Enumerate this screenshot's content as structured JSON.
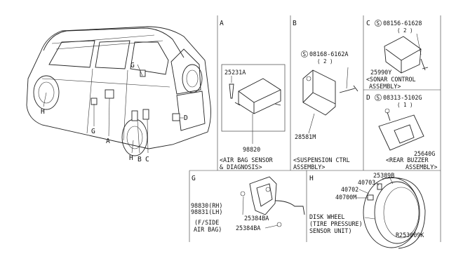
{
  "diagram": {
    "vehicle_callouts": [
      "G",
      "H",
      "G",
      "A",
      "H",
      "B",
      "C",
      "D"
    ],
    "section_a": {
      "letter": "A",
      "parts": [
        "25231A",
        "98820"
      ],
      "caption": [
        "<AIR BAG SENSOR",
        "& DIAGNOSIS>"
      ]
    },
    "section_b": {
      "letter": "B",
      "bolt": "08168-6162A",
      "bolt_qty": "( 2 )",
      "part": "28581M",
      "caption": [
        "<SUSPENSION CTRL",
        "ASSEMBLY>"
      ]
    },
    "section_c": {
      "letter": "C",
      "bolt": "08156-61628",
      "bolt_qty": "( 2 )",
      "part": "25990Y",
      "caption": [
        "<SONAR CONTROL",
        "ASSEMBLY>"
      ]
    },
    "section_d": {
      "letter": "D",
      "bolt": "08313-5102G",
      "bolt_qty": "( 1 )",
      "part": "25640G",
      "caption": "<REAR BUZZER",
      "caption2": "ASSEMBLY>"
    },
    "section_g": {
      "letter": "G",
      "part_rh": "98830(RH)",
      "part_lh": "98831(LH)",
      "caption": [
        "(F/SIDE",
        "AIR BAG)"
      ],
      "bolt_a": "25384BA",
      "bolt_b": "25384BA"
    },
    "section_h": {
      "letter": "H",
      "parts": [
        "40703",
        "25389B",
        "40702",
        "40700M"
      ],
      "caption": [
        "DISK WHEEL",
        "(TIRE PRESSURE)",
        "SENSOR UNIT)"
      ]
    },
    "diagram_id": "R253009K",
    "screw_symbol": "S"
  }
}
